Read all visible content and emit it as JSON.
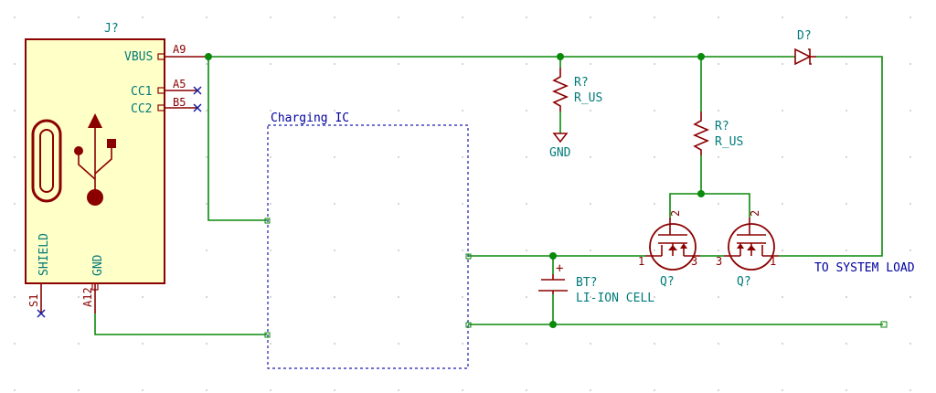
{
  "connector": {
    "ref": "J?",
    "pins": {
      "vbus": "VBUS",
      "vbus_num": "A9",
      "cc1": "CC1",
      "cc1_num": "A5",
      "cc2": "CC2",
      "cc2_num": "B5",
      "shield": "SHIELD",
      "shield_num": "S1",
      "gnd": "GND",
      "gnd_num": "A12"
    }
  },
  "charging_ic": {
    "label": "Charging IC"
  },
  "resistor1": {
    "ref": "R?",
    "value": "R_US"
  },
  "resistor2": {
    "ref": "R?",
    "value": "R_US"
  },
  "gnd_symbol": {
    "label": "GND"
  },
  "diode": {
    "ref": "D?"
  },
  "battery": {
    "ref": "BT?",
    "value": "LI-ION CELL",
    "plus": "+"
  },
  "mosfet1": {
    "ref": "Q?",
    "pin_left": "1",
    "pin_right": "3",
    "pin_gate": "2"
  },
  "mosfet2": {
    "ref": "Q?",
    "pin_left": "3",
    "pin_right": "1",
    "pin_gate": "2"
  },
  "net_to_load": {
    "label": "TO SYSTEM LOAD"
  },
  "colors": {
    "wire": "#0a8a0a",
    "component": "#8b0000",
    "text": "#007a7a",
    "sheet": "#1a1ab0"
  }
}
